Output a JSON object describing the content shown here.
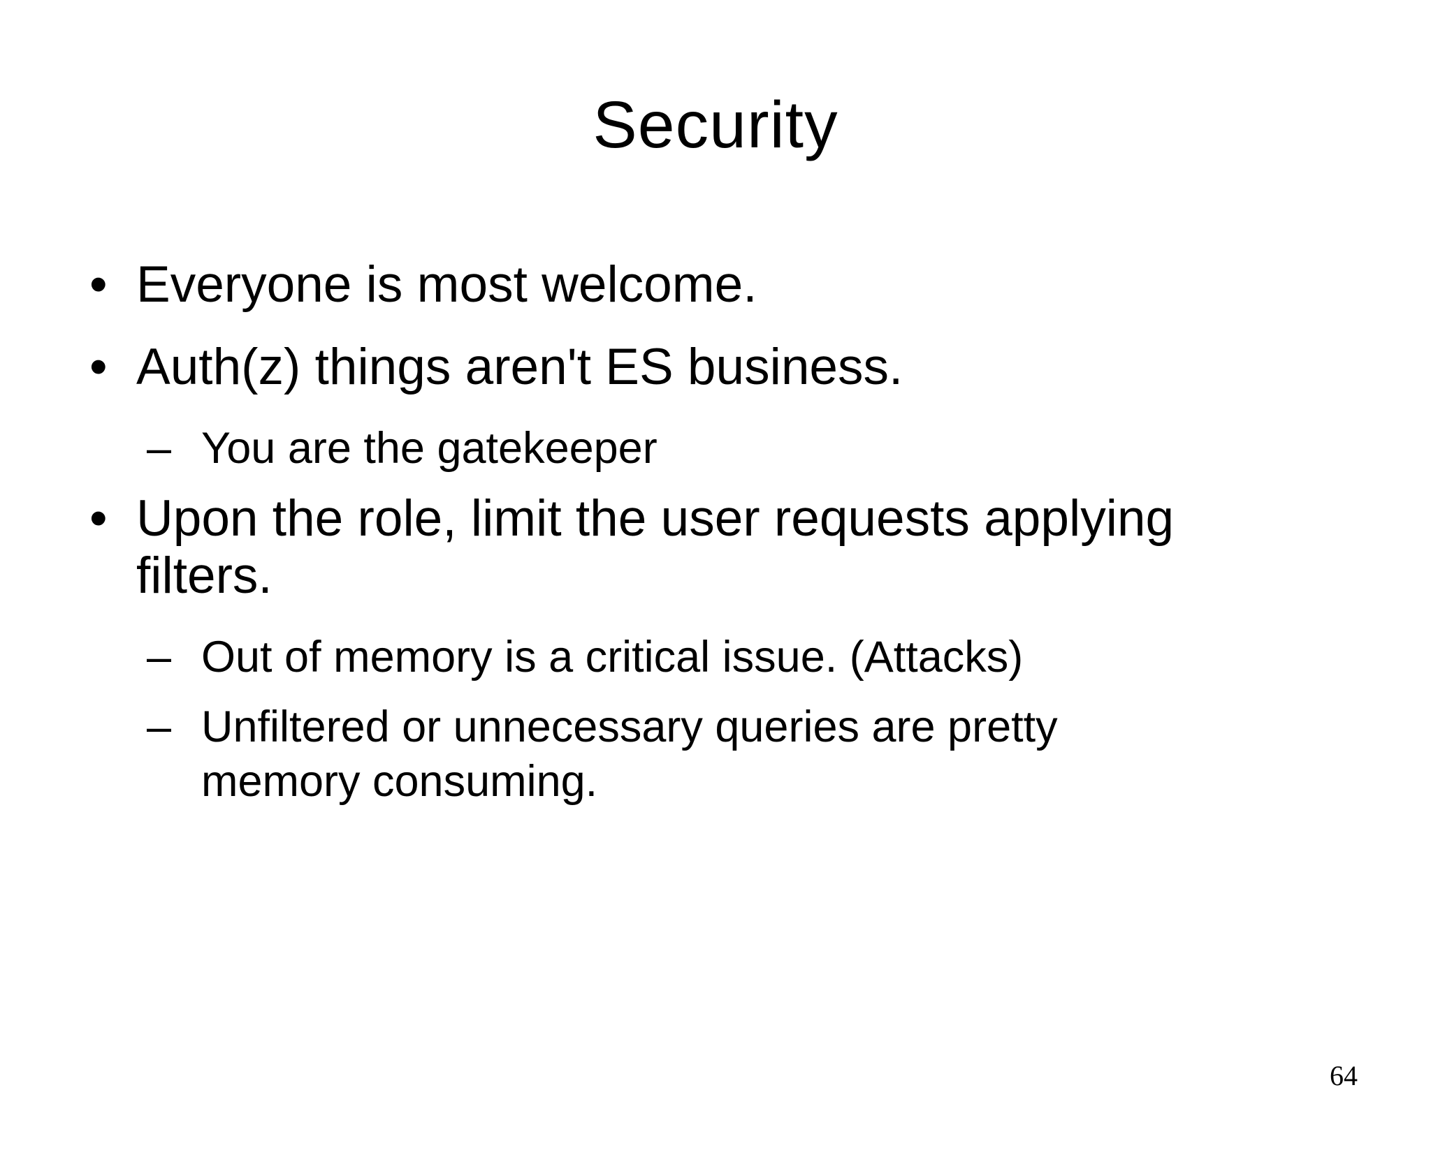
{
  "slide": {
    "title": "Security",
    "page_number": "64",
    "markers": {
      "level1": "•",
      "level2": "–"
    },
    "bullets": [
      {
        "level": 1,
        "text": "Everyone is most welcome."
      },
      {
        "level": 1,
        "text": "Auth(z) things aren't ES business."
      },
      {
        "level": 2,
        "text": "You are the gatekeeper"
      },
      {
        "level": 1,
        "text": "Upon the role, limit the user requests applying filters."
      },
      {
        "level": 2,
        "text": "Out of memory is a critical issue. (Attacks)"
      },
      {
        "level": 2,
        "text": "Unfiltered or unnecessary queries are pretty memory consuming."
      }
    ]
  }
}
